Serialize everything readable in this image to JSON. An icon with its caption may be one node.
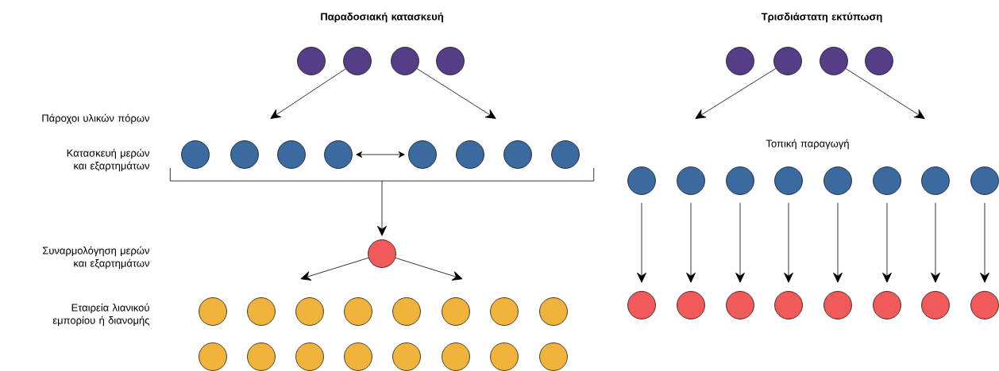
{
  "diagram": {
    "nodes": [
      {
        "text": [],
        "shape": "circle"
      },
      {
        "text": [],
        "shape": "circle"
      },
      {
        "text": [],
        "shape": "circle"
      },
      {
        "text": [],
        "shape": "circle"
      },
      {
        "text": [],
        "shape": "circle"
      },
      {
        "text": [],
        "shape": "circle"
      },
      {
        "text": [],
        "shape": "circle"
      },
      {
        "text": [],
        "shape": "circle"
      },
      {
        "text": [],
        "shape": "circle"
      },
      {
        "text": [],
        "shape": "circle"
      },
      {
        "text": [],
        "shape": "circle"
      },
      {
        "text": [],
        "shape": "circle"
      },
      {
        "text": [],
        "shape": "circle"
      },
      {
        "text": [],
        "shape": "circle"
      },
      {
        "text": [],
        "shape": "circle"
      },
      {
        "text": [],
        "shape": "circle"
      },
      {
        "text": [],
        "shape": "circle"
      },
      {
        "text": [],
        "shape": "circle"
      },
      {
        "text": [],
        "shape": "circle"
      },
      {
        "text": [],
        "shape": "circle"
      },
      {
        "text": [],
        "shape": "circle"
      },
      {
        "text": [],
        "shape": "circle"
      },
      {
        "text": [],
        "shape": "circle"
      },
      {
        "text": [],
        "shape": "circle"
      },
      {
        "text": [],
        "shape": "circle"
      },
      {
        "text": [],
        "shape": "circle"
      },
      {
        "text": [],
        "shape": "circle"
      },
      {
        "text": [],
        "shape": "circle"
      },
      {
        "text": [],
        "shape": "circle"
      },
      {
        "text": [],
        "shape": "circle"
      },
      {
        "text": [],
        "shape": "circle"
      },
      {
        "text": [],
        "shape": "circle"
      },
      {
        "text": [],
        "shape": "circle"
      },
      {
        "text": [],
        "shape": "circle"
      },
      {
        "text": [],
        "shape": "circle"
      },
      {
        "text": [],
        "shape": "circle"
      },
      {
        "text": [],
        "shape": "circle"
      },
      {
        "text": [],
        "shape": "circle"
      },
      {
        "text": [],
        "shape": "circle"
      },
      {
        "text": [],
        "shape": "circle"
      },
      {
        "text": [],
        "shape": "circle"
      },
      {
        "text": [],
        "shape": "circle"
      },
      {
        "text": [],
        "shape": "circle"
      },
      {
        "text": [],
        "shape": "circle"
      },
      {
        "text": [],
        "shape": "circle"
      },
      {
        "text": [],
        "shape": "circle"
      },
      {
        "text": [],
        "shape": "circle"
      },
      {
        "text": [],
        "shape": "circle"
      },
      {
        "text": [],
        "shape": "circle"
      },
      {
        "text": [],
        "shape": "bracket"
      }
    ],
    "edges": [
      {
        "from": 1,
        "to": null,
        "arrow": "to"
      },
      {
        "from": 2,
        "to": null,
        "arrow": "to"
      },
      {
        "from": 7,
        "to": 8,
        "arrow": "both"
      },
      {
        "from": 49,
        "to": 12,
        "arrow": "to"
      },
      {
        "from": 12,
        "to": null,
        "arrow": "to"
      },
      {
        "from": 12,
        "to": null,
        "arrow": "to"
      },
      {
        "from": 30,
        "to": null,
        "arrow": "to"
      },
      {
        "from": 31,
        "to": null,
        "arrow": "to"
      },
      {
        "from": 33,
        "to": 41,
        "arrow": "to"
      },
      {
        "from": 34,
        "to": 42,
        "arrow": "to"
      },
      {
        "from": 35,
        "to": 43,
        "arrow": "to"
      },
      {
        "from": 36,
        "to": 44,
        "arrow": "to"
      },
      {
        "from": 37,
        "to": 45,
        "arrow": "to"
      },
      {
        "from": 38,
        "to": 46,
        "arrow": "to"
      },
      {
        "from": 39,
        "to": 47,
        "arrow": "to"
      },
      {
        "from": 40,
        "to": 48,
        "arrow": "to"
      }
    ],
    "labels": [
      "Παραδοσιακή κατασκευή",
      "Τρισδιάστατη εκτύπωση",
      "Πάροχοι υλικών πόρων",
      "Κατασκευή μερών και εξαρτημάτων",
      "Τοπική παραγωγή",
      "Συναρμολόγηση μερών και εξαρτημάτων",
      "Εταιρεία λιανικού εμπορίου ή διανομής"
    ]
  }
}
